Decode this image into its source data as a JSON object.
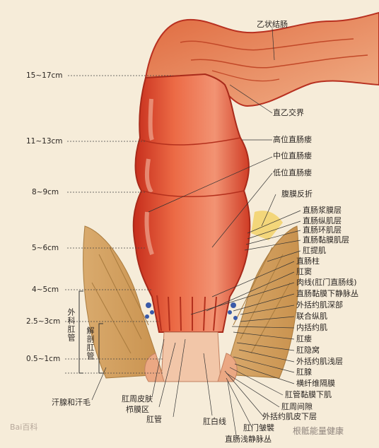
{
  "top_label": "乙状结肠",
  "right_labels": [
    "直乙交界",
    "高位直肠瘘",
    "中位直肠瘘",
    "低位直肠瘘",
    "腹膜反折",
    "直肠浆膜层",
    "直肠纵肌层",
    "直肠环肌层",
    "直肠黏膜肌层",
    "肛提肌",
    "直肠柱",
    "肛窦",
    "肉线(肛门直肠线)",
    "直肠黏膜下静脉丛",
    "外括约肌深部",
    "联合纵肌",
    "内括约肌",
    "肛瘘",
    "肛隐窝",
    "外括约肌浅层",
    "肛腺",
    "横纤维隔膜",
    "肛管黏膜下肌",
    "肛周间隙"
  ],
  "bottom_labels": [
    "汗腺和汗毛",
    "肛周皮肤",
    "栉膜区",
    "肛管",
    "肛白线",
    "外括约肌皮下层",
    "肛门皱襞",
    "直肠浅静脉丛"
  ],
  "distances": [
    "15~17cm",
    "11~13cm",
    "8~9cm",
    "5~6cm",
    "4~5cm",
    "2.5~3cm",
    "0.5~1cm"
  ],
  "bracket_labels": {
    "surgical": "外科肛管",
    "anatomical": "解剖肛管"
  },
  "watermark": {
    "left": "Bai百科",
    "right": "根骶能量健康"
  },
  "colors": {
    "background": "#f6ecd9",
    "muscle": "#d9442c",
    "mucosa": "#f6c2ad",
    "fat": "#f3d67a"
  }
}
